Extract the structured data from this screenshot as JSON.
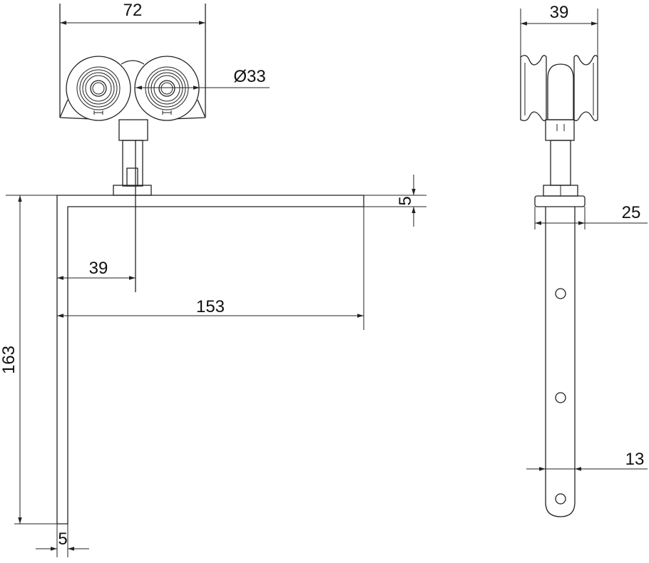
{
  "drawing": {
    "front_view": {
      "width_dim": "72",
      "wheel_diameter_dim": "Ø33",
      "wheel_offset_dim": "39",
      "arm_length_dim": "153",
      "plate_thickness_dim": "5",
      "height_dim": "163",
      "leg_thickness_dim": "5"
    },
    "side_view": {
      "width_dim": "39",
      "plate_width_dim": "25",
      "strap_width_dim": "13"
    },
    "colors": {
      "line": "#222222",
      "background": "#ffffff"
    }
  }
}
